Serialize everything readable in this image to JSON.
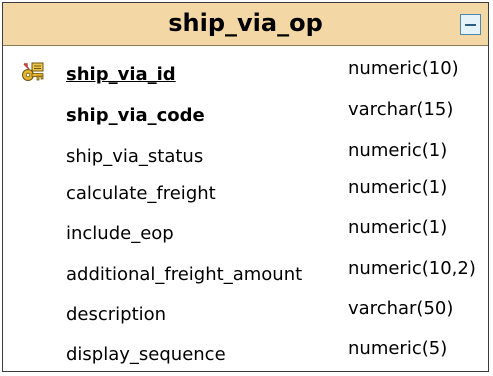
{
  "table": {
    "title": "ship_via_op",
    "columns": [
      {
        "name": "ship_via_id",
        "type": "numeric(10)",
        "primary_key": true
      },
      {
        "name": "ship_via_code",
        "type": "varchar(15)",
        "bold": true
      },
      {
        "name": "ship_via_status",
        "type": "numeric(1)"
      },
      {
        "name": "calculate_freight",
        "type": "numeric(1)"
      },
      {
        "name": "include_eop",
        "type": "numeric(1)"
      },
      {
        "name": "additional_freight_amount",
        "type": "numeric(10,2)"
      },
      {
        "name": "description",
        "type": "varchar(50)"
      },
      {
        "name": "display_sequence",
        "type": "numeric(5)"
      }
    ]
  },
  "icons": {
    "collapse": "collapse-minus-icon",
    "key": "primary-key-icon"
  },
  "colors": {
    "header_bg": "#f3d8a6",
    "border": "#3c3c3c",
    "button_border": "#4a8ab0"
  }
}
